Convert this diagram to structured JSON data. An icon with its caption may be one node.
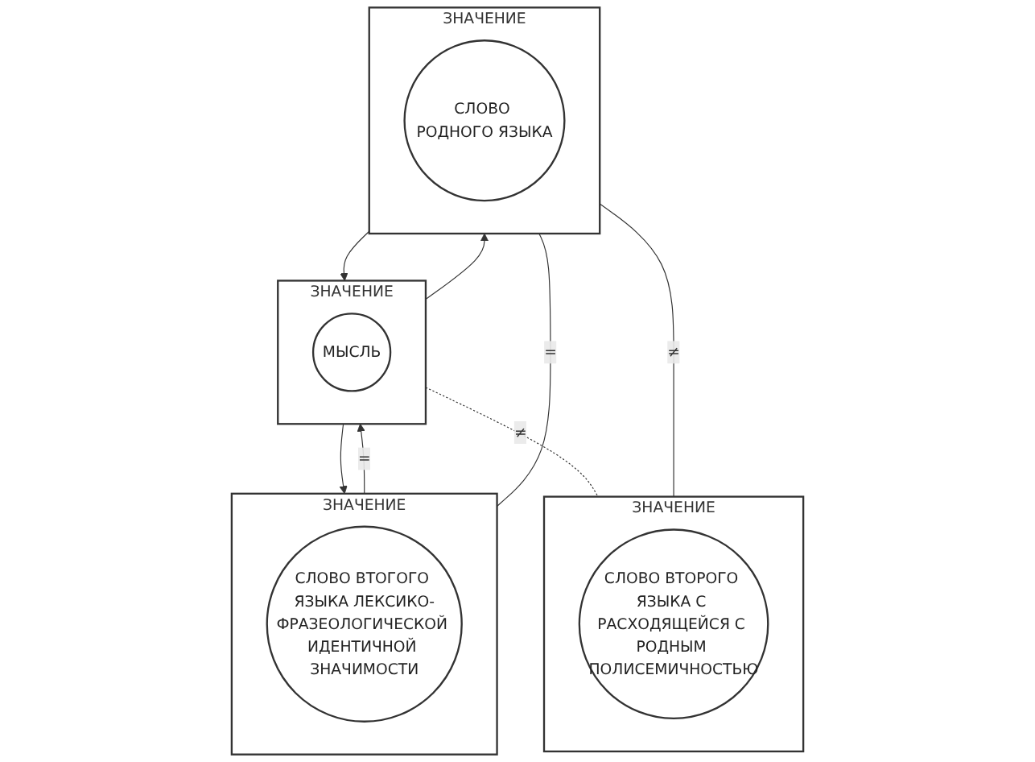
{
  "diagram": {
    "nodes": [
      {
        "text": [
          "ЗНАЧЕНИЕ"
        ]
      },
      {
        "text": [
          "МЫСЛЬ"
        ],
        "in": 0
      },
      {
        "text": [
          "ЗНАЧЕНИЕ"
        ]
      },
      {
        "text": [
          "СЛОВО ВТОГОГО ЯЗЫКА ЛЕКСИКО-ФРАЗЕОЛОГИЧЕСКОЙ ИДЕНТИЧНОЙ ЗНАЧИМОСТИ"
        ],
        "in": 2
      },
      {
        "text": [
          "ЗНАЧЕНИЕ"
        ]
      },
      {
        "text": [
          "СЛОВО ВТОРОГО ЯЗЫКА С РАСХОДЯЩЕЙСЯ С РОДНЫМ ПОЛИСЕМИЧНОСТЬЮ"
        ],
        "in": 4
      },
      {
        "text": [
          "ЗНАЧЕНИЕ"
        ]
      },
      {
        "text": [
          "СЛОВО РОДНОГО ЯЗЫКА"
        ],
        "in": 6
      }
    ],
    "edges": [
      {
        "from": 2,
        "to": 0,
        "arrow": "to",
        "label": "="
      },
      {
        "from": 0,
        "to": 2,
        "arrow": "to"
      },
      {
        "from": 0,
        "to": 4,
        "arrow": "none",
        "style": "dashed",
        "label": "≠"
      },
      {
        "from": 2,
        "to": 6,
        "arrow": "none",
        "label": "="
      },
      {
        "from": 4,
        "to": 6,
        "arrow": "none",
        "label": "≠"
      },
      {
        "from": 6,
        "to": 0,
        "arrow": "to"
      },
      {
        "from": 0,
        "to": 6,
        "arrow": "to"
      }
    ]
  }
}
